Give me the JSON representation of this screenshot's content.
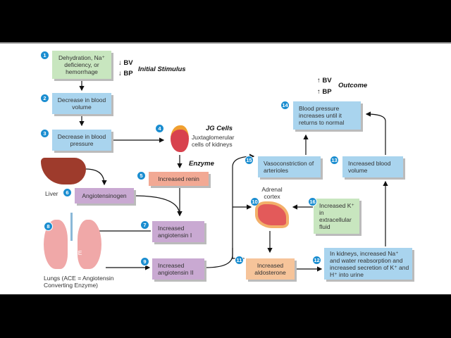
{
  "steps": {
    "s1": {
      "num": "1",
      "text": "Dehydration, Na⁺ deficiency, or hemorrhage"
    },
    "s2": {
      "num": "2",
      "text": "Decrease in blood volume"
    },
    "s3": {
      "num": "3",
      "text": "Decrease in blood pressure"
    },
    "s4": {
      "num": "4",
      "title": "JG Cells",
      "text": "Juxtaglomerular cells of kidneys"
    },
    "s5": {
      "num": "5",
      "text": "Increased renin"
    },
    "s6": {
      "num": "6",
      "text": "Angiotensinogen",
      "label": "Liver"
    },
    "s7": {
      "num": "7",
      "text": "Increased angiotensin I"
    },
    "s8": {
      "num": "8",
      "ace": "ACE",
      "label": "Lungs (ACE = Angiotensin Converting Enzyme)"
    },
    "s9": {
      "num": "9",
      "text": "Increased angiotensin II"
    },
    "s10": {
      "num": "10",
      "label": "Adrenal cortex"
    },
    "s11": {
      "num": "11",
      "text": "Increased aldosterone"
    },
    "s12": {
      "num": "12",
      "text": "In kidneys, increased Na⁺ and water reabsorption and increased secretion of K⁺ and H⁺ into urine"
    },
    "s13": {
      "num": "13",
      "text": "Increased blood volume"
    },
    "s14": {
      "num": "14",
      "text": "Blood pressure increases until it returns to normal"
    },
    "s15": {
      "num": "15",
      "text": "Vasoconstriction of arterioles"
    },
    "s16": {
      "num": "16",
      "text": "Increased K⁺ in extracellular fluid"
    }
  },
  "annotations": {
    "down_bv": "↓ BV",
    "down_bp": "↓ BP",
    "initial": "Initial Stimulus",
    "up_bv": "↑ BV",
    "up_bp": "↑ BP",
    "outcome": "Outcome",
    "enzyme": "Enzyme"
  },
  "colors": {
    "badge": "#1a8dd0",
    "blue": "#a9d4ee",
    "green": "#c8e6bf",
    "salmon": "#f2a994",
    "purple": "#c9a9d2",
    "tan": "#f6c49a"
  }
}
